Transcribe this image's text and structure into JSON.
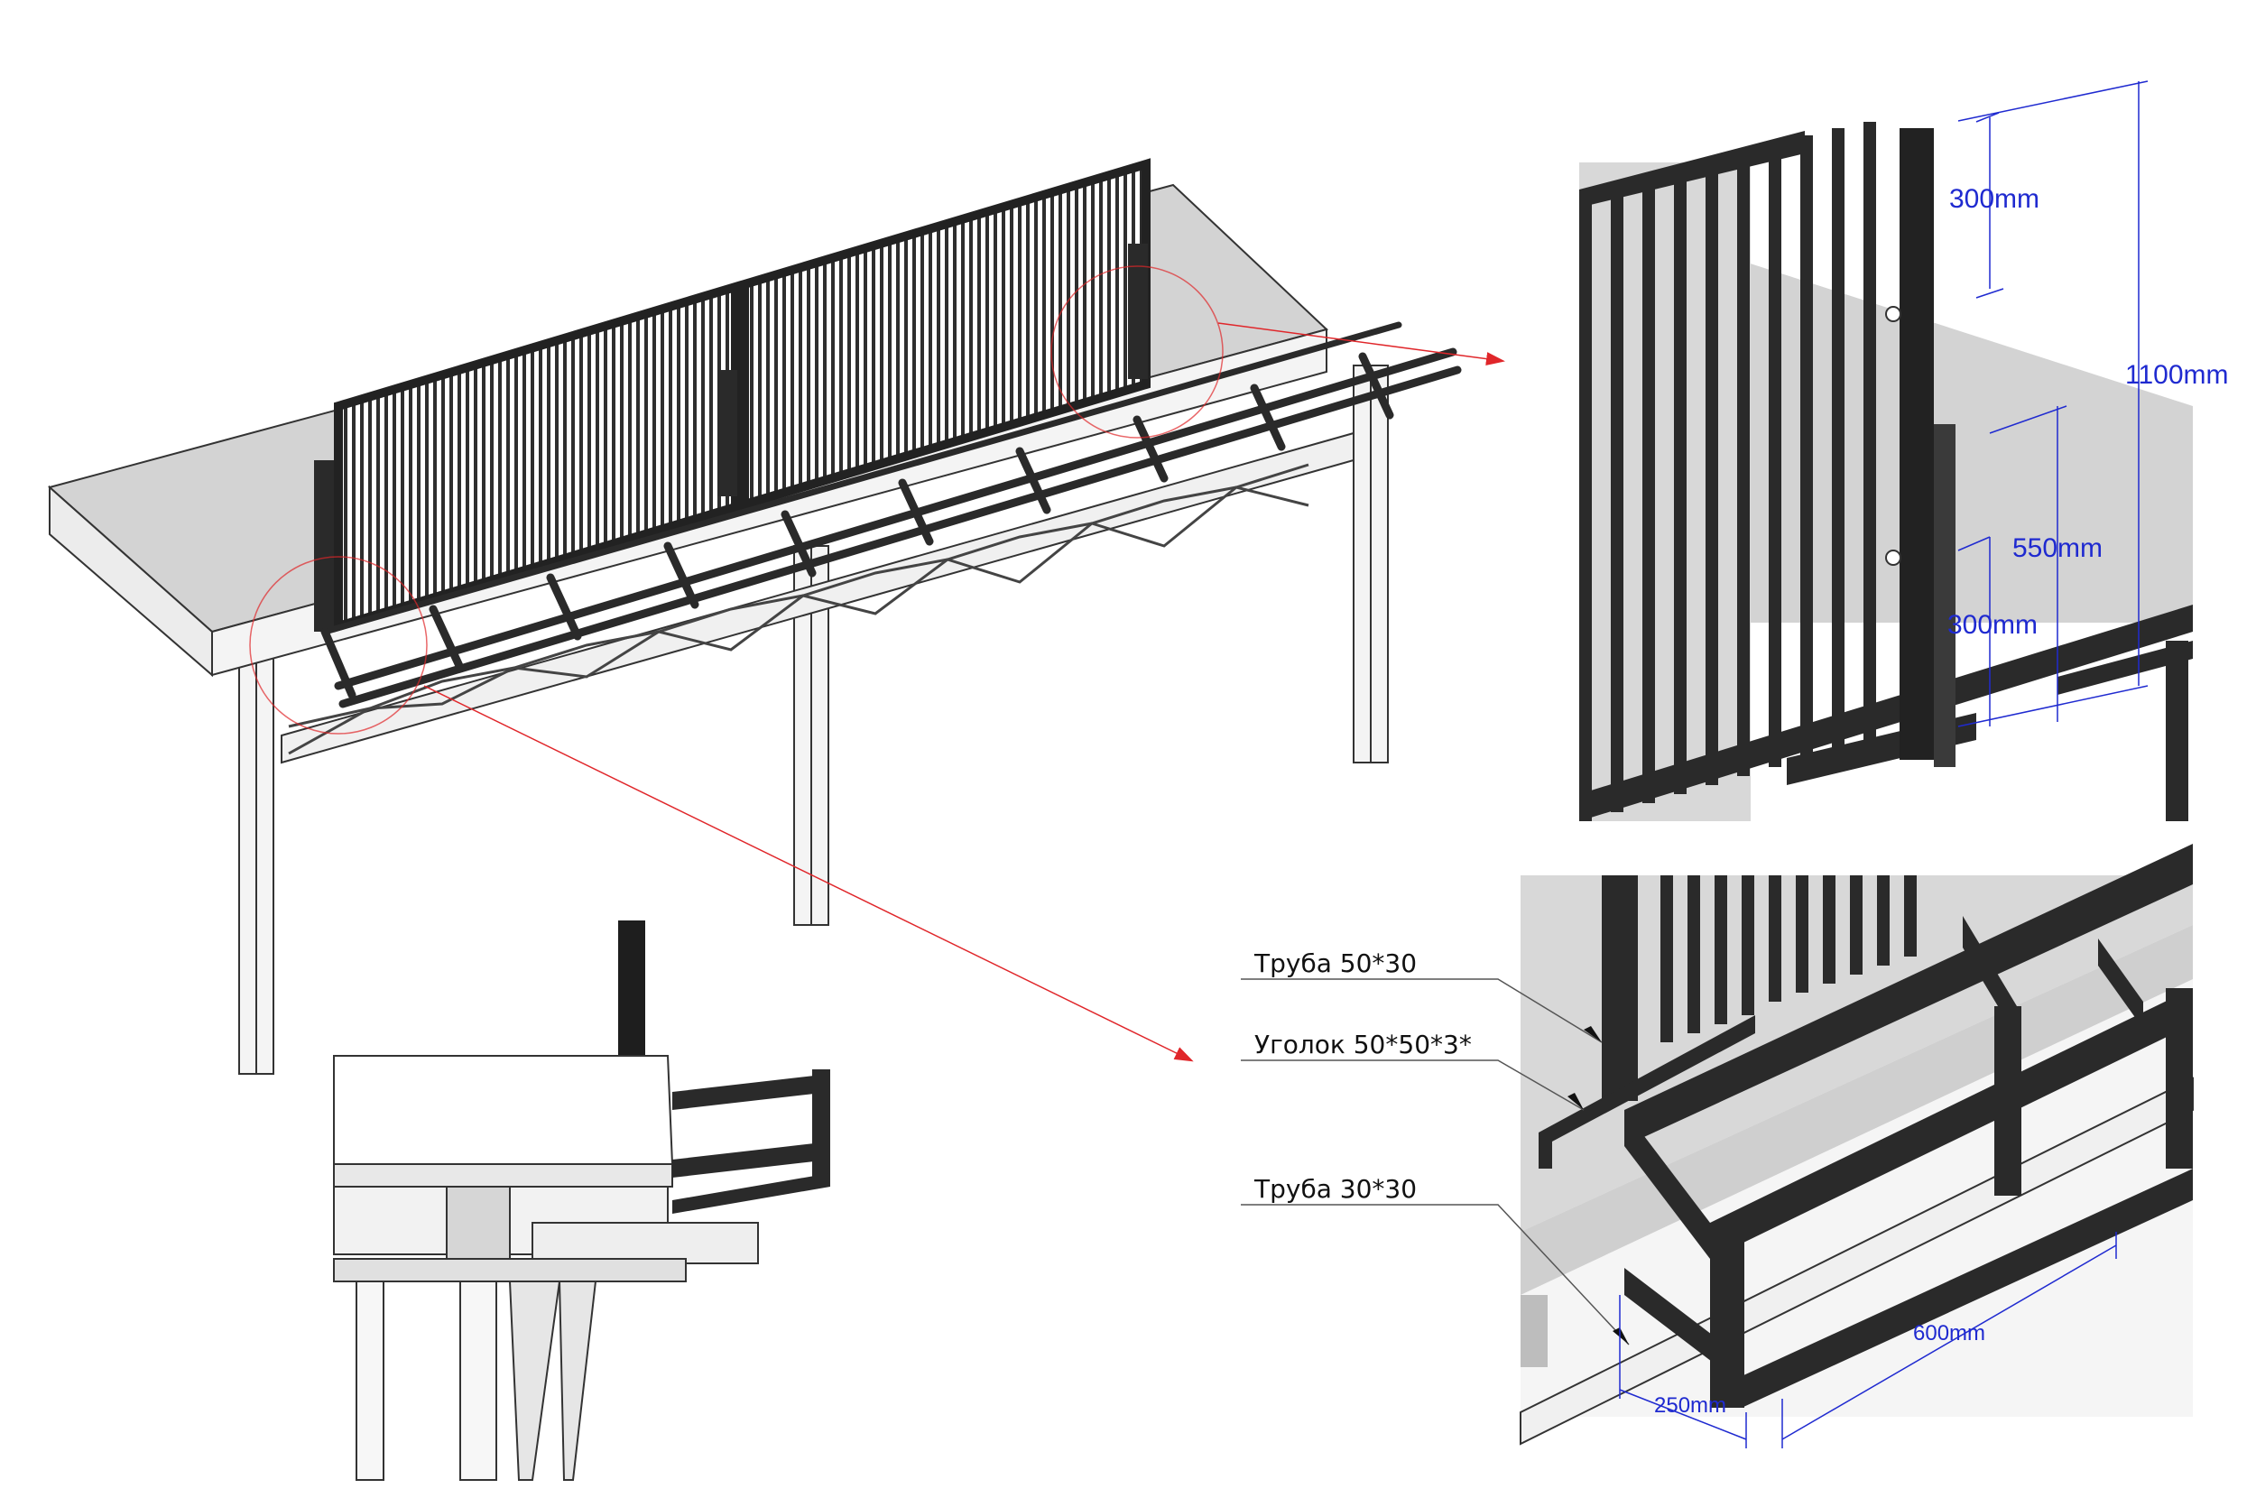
{
  "colors": {
    "steel": "#333333",
    "slab_top": "#d3d3d3",
    "slab_side": "#ececec",
    "dimension": "#1f2ad0",
    "leader": "#555555",
    "callout": "#e0262a",
    "background": "#ffffff"
  },
  "detail_height": {
    "dims": [
      {
        "label": "300mm"
      },
      {
        "label": "1100mm"
      },
      {
        "label": "550mm"
      },
      {
        "label": "300mm"
      }
    ]
  },
  "detail_frame": {
    "labels": [
      {
        "text": "Труба 50*30"
      },
      {
        "text": "Уголок 50*50*3*"
      },
      {
        "text": "Труба 30*30"
      }
    ],
    "dims": [
      {
        "label": "600mm"
      },
      {
        "label": "250mm"
      }
    ]
  }
}
